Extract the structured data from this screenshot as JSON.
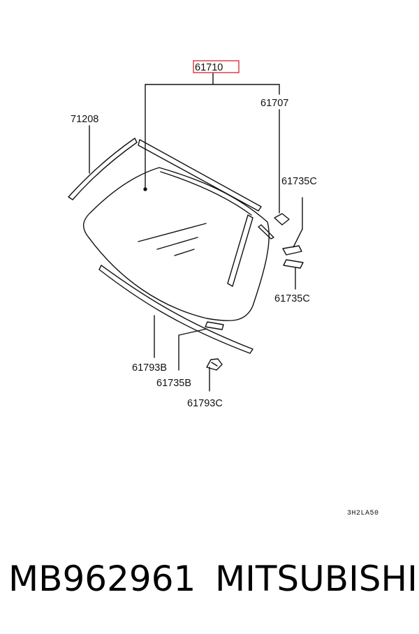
{
  "diagram": {
    "callouts": {
      "c61710": "61710",
      "c61707": "61707",
      "c71208": "71208",
      "c61735C_top": "61735C",
      "c61735C_bottom": "61735C",
      "c61793B": "61793B",
      "c61735B": "61735B",
      "c61793C": "61793C"
    },
    "diagram_code": "3H2LA50",
    "highlight_color": "#e0303a"
  },
  "footer": {
    "part_number": "MB962961",
    "brand": "MITSUBISHI"
  }
}
